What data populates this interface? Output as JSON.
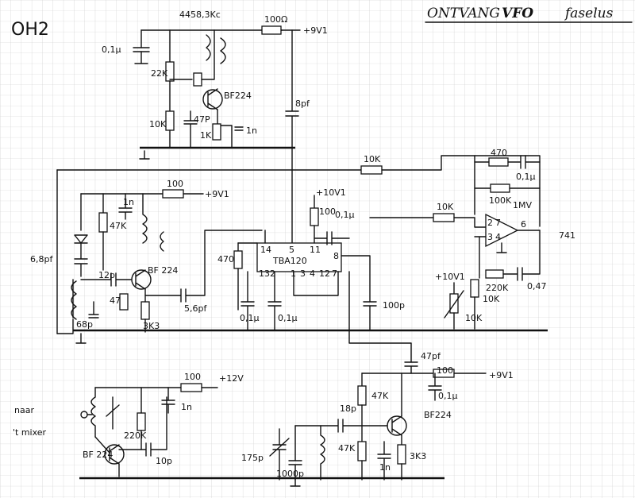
{
  "sheet_id": "OH2",
  "title": {
    "word1": "ONTVANG",
    "word2": "VFO",
    "word3": "faselus"
  },
  "crystal_freq": "4458,3Kc",
  "supply": "+9V1",
  "supply_12": "+12V",
  "supply_10": "+10V1",
  "ic": {
    "name": "TBA120",
    "pins_top": [
      "14",
      "5",
      "11",
      "8"
    ],
    "pins_bottom": [
      "13",
      "2",
      "1",
      "3",
      "4",
      "12",
      "7"
    ]
  },
  "opamp": {
    "name": "741",
    "pin_in_inv": "2",
    "pin_in_noninv": "3",
    "pin_out": "6",
    "pin_v7": "7",
    "pin_v4": "4"
  },
  "transistors": {
    "t1": "BF224",
    "t2": "BF 224",
    "t3": "BF 224",
    "t4": "BF224"
  },
  "labels": {
    "r_100ohm": "100Ω",
    "c_01_a": "0,1µ",
    "r_22k": "22K",
    "r_10k_a": "10K",
    "c_47p_a": "47P",
    "r_1k": "1K",
    "c_1n_a": "1n",
    "c_8p": "8pf",
    "r_10k_long": "10K",
    "r_470_top": "470",
    "c_01_top": "0,1µ",
    "r_100k": "100K",
    "mv": "1MV",
    "r_100_mid": "100",
    "r_47k_mid": "47K",
    "c_1n_mid": "1n",
    "r_100_ic": "100",
    "c_01_ic": "0,1µ",
    "r_10k_opamp": "10K",
    "c_68p": "6,8pf",
    "c_12p": "12p",
    "c_68p_b": "68p",
    "r_47_mid": "47",
    "r_3k3_a": "3K3",
    "c_56p": "5,6pf",
    "r_470_ic": "470",
    "c_01_b": "0,1µ",
    "c_01_c": "0,1µ",
    "c_100p": "100p",
    "r_220k_op": "220K",
    "r_10k_op2": "10K",
    "c_047": "0,47",
    "r_10k_pot": "10K",
    "c_47pf": "47pf",
    "r_100_low": "100",
    "c_01_low": "0,1µ",
    "r_47k_low": "47K",
    "c_18p": "18p",
    "r_47k_low2": "47K",
    "c_1n_low": "1n",
    "r_3k3_low": "3K3",
    "c_175p": "175p",
    "c_1000p": "1000p",
    "r_100_bl": "100",
    "c_1n_bl": "1n",
    "r_220k_bl": "220K",
    "c_10p_bl": "10p",
    "naar": "naar",
    "mixer": "'t mixer"
  }
}
